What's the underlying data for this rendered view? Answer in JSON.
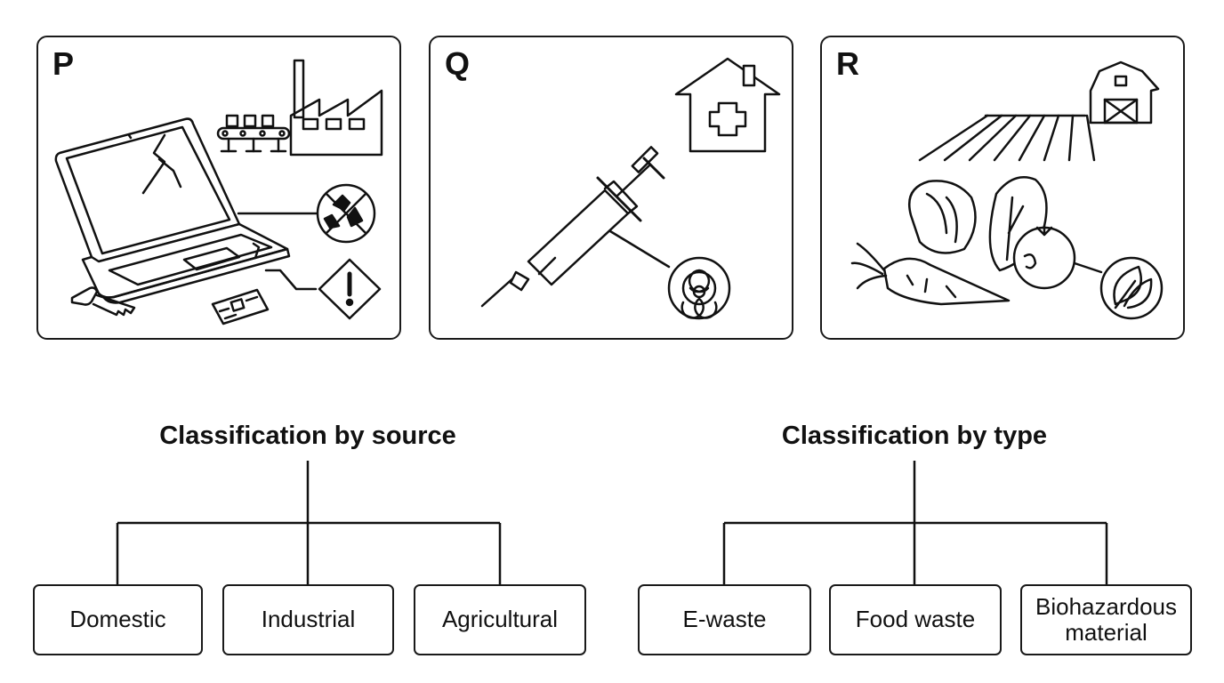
{
  "panels": [
    {
      "letter": "P"
    },
    {
      "letter": "Q"
    },
    {
      "letter": "R"
    }
  ],
  "trees": [
    {
      "title": "Classification by source",
      "children": [
        "Domestic",
        "Industrial",
        "Agricultural"
      ]
    },
    {
      "title": "Classification by type",
      "children": [
        "E-waste",
        "Food waste",
        "Biohazardous material"
      ]
    }
  ],
  "icons": {
    "panel_p": [
      "laptop-icon",
      "factory-icon",
      "conveyor-belt-icon",
      "no-recycling-icon",
      "warning-icon",
      "key-icon",
      "circuit-board-icon"
    ],
    "panel_q": [
      "syringe-icon",
      "hospital-house-icon",
      "biohazard-icon"
    ],
    "panel_r": [
      "barn-icon",
      "field-rows-icon",
      "vegetables-icon",
      "leaf-icon"
    ]
  }
}
